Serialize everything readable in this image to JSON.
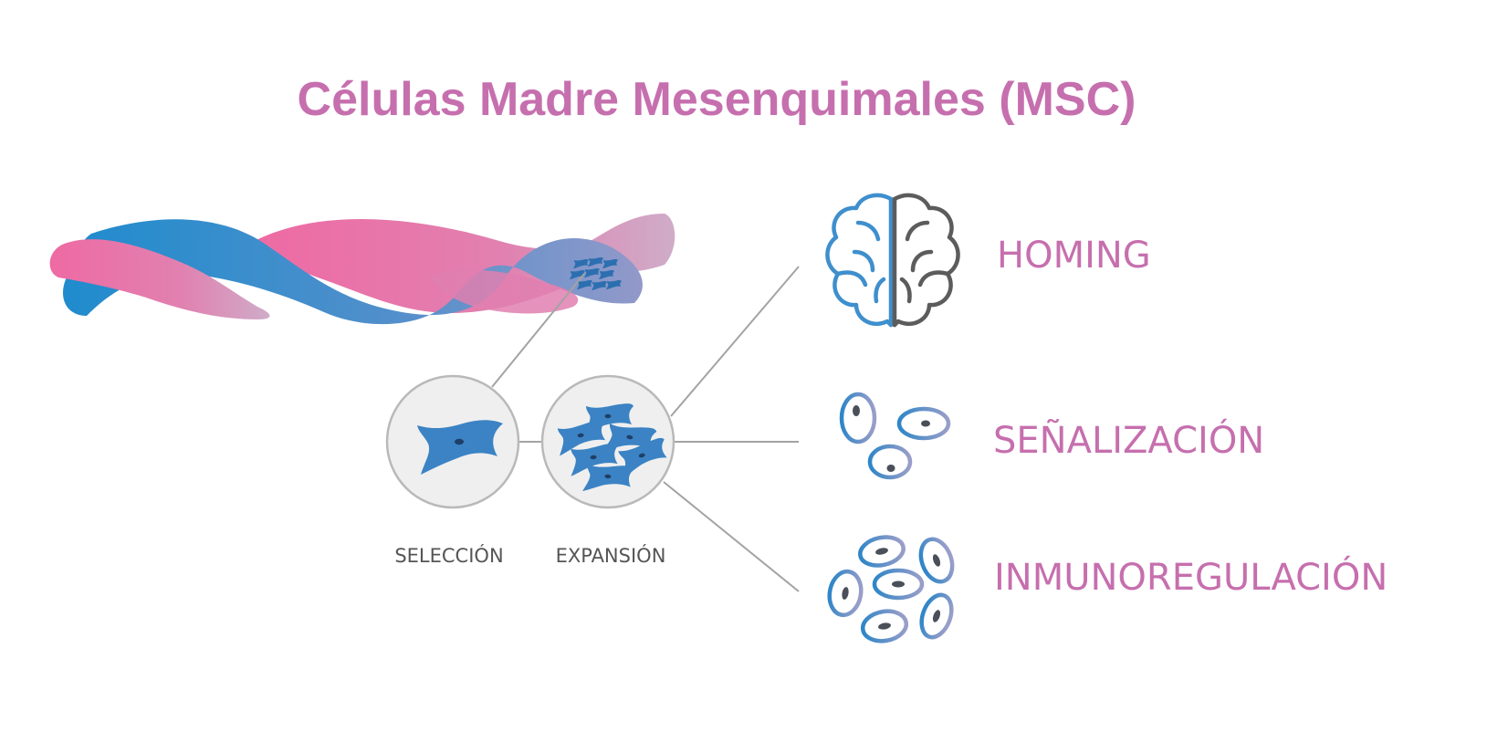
{
  "title": "Células Madre Mesenquimales (MSC)",
  "stages": [
    {
      "label": "SELECCIÓN"
    },
    {
      "label": "EXPANSIÓN"
    }
  ],
  "functions": [
    {
      "label": "HOMING",
      "icon": "brain-icon"
    },
    {
      "label": "SEÑALIZACIÓN",
      "icon": "signaling-cells-icon"
    },
    {
      "label": "INMUNOREGULACIÓN",
      "icon": "immune-cells-icon"
    }
  ],
  "colors": {
    "title": "#c66fae",
    "label_pink": "#c66fae",
    "label_gray": "#555555",
    "blue": "#2f86c8",
    "pink": "#ea6fa5",
    "gray_line": "#a3a3a3",
    "circle_fill": "#efefef",
    "circle_stroke": "#b9b9b9",
    "nucleus": "#4a4f5a"
  }
}
